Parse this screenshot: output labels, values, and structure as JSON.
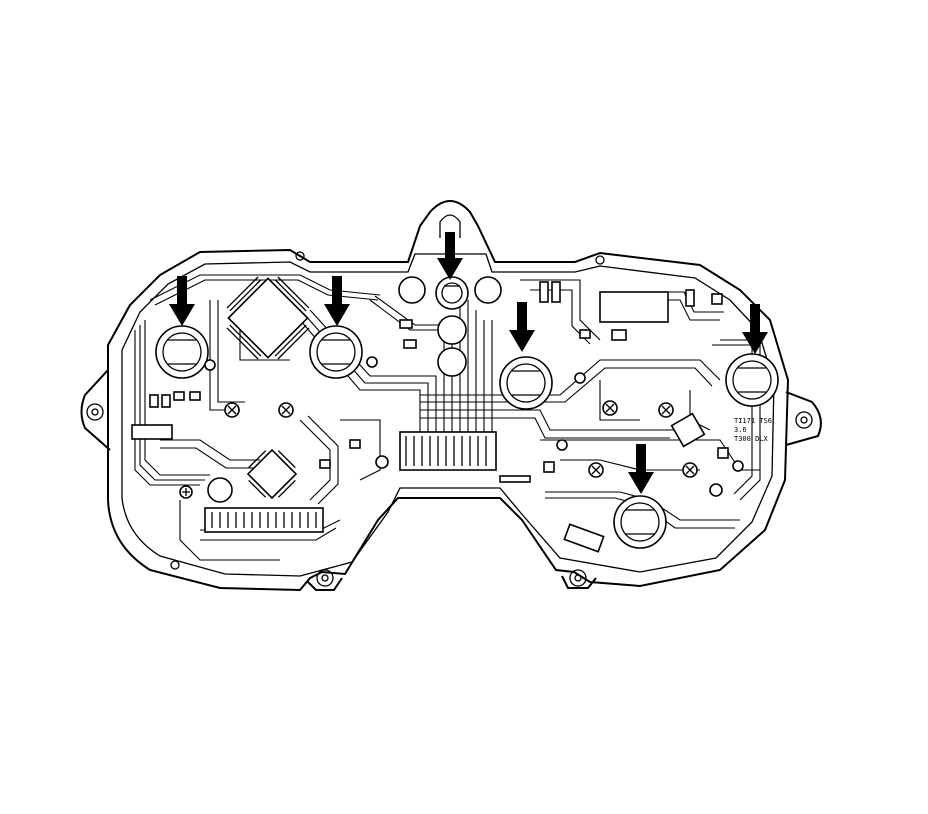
{
  "diagram": {
    "board_labels": [
      "TI171 TS6",
      "3.6",
      "T300 DLX"
    ],
    "bulb_sockets": [
      {
        "id": "socket-1",
        "arrow": true
      },
      {
        "id": "socket-2",
        "arrow": true
      },
      {
        "id": "socket-3",
        "arrow": true
      },
      {
        "id": "socket-4",
        "arrow": true
      },
      {
        "id": "socket-5",
        "arrow": true
      },
      {
        "id": "socket-6",
        "arrow": true
      }
    ],
    "colors": {
      "line": "#000000",
      "background": "#ffffff"
    }
  }
}
